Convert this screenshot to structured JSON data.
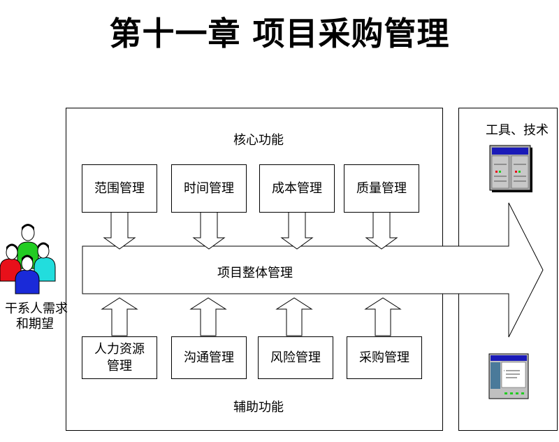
{
  "title": "第十一章 项目采购管理",
  "core_label": "核心功能",
  "support_label": "辅助功能",
  "tools_label": "工具、技术",
  "main_arrow_label": "项目整体管理",
  "stakeholder_label_line1": "干系人需求",
  "stakeholder_label_line2": "和期望",
  "core_boxes": [
    "范围管理",
    "时间管理",
    "成本管理",
    "质量管理"
  ],
  "support_boxes": [
    "人力资源\n管理",
    "沟通管理",
    "风险管理",
    "采购管理"
  ],
  "colors": {
    "person_red": "#e8101a",
    "person_green": "#22cc22",
    "person_cyan": "#22dddd",
    "person_blue": "#1a2ad8",
    "icon_blue": "#1a1ab8",
    "icon_gray": "#a0a0a0"
  },
  "icons": [
    "people-group-icon",
    "server-rack-icon",
    "window-app-icon"
  ]
}
